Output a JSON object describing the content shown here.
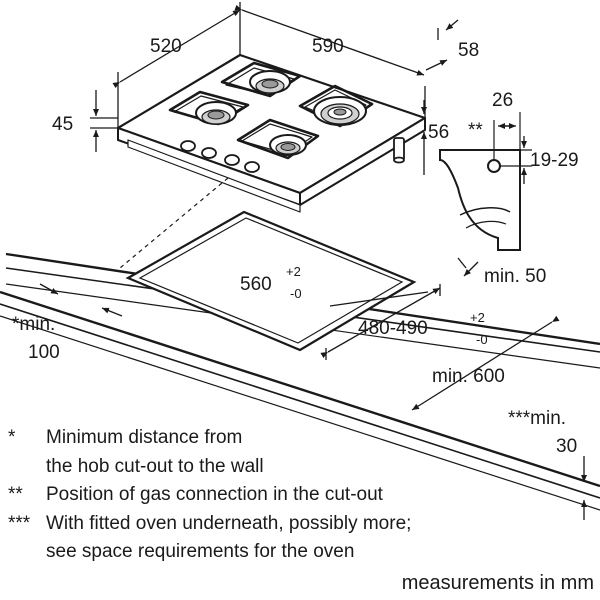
{
  "dimensions": {
    "depth_520": "520",
    "width_590": "590",
    "glass_58": "58",
    "height_45": "45",
    "height_56": "56",
    "conn_26": "26",
    "conn_marker": "**",
    "conn_19_29": "19-29",
    "cutout_width": "560",
    "cutout_width_tol_plus": "+2",
    "cutout_width_tol_minus": "-0",
    "cutout_depth": "480-490",
    "cutout_depth_tol_plus": "+2",
    "cutout_depth_tol_minus": "-0",
    "min_50": "min. 50",
    "min_600": "min. 600",
    "min_100_label": "*min.",
    "min_100_value": "100",
    "min_30_label": "***min.",
    "min_30_value": "30"
  },
  "notes": [
    {
      "mark": "*",
      "lines": [
        "Minimum distance from",
        "the hob cut-out to the wall"
      ]
    },
    {
      "mark": "**",
      "lines": [
        "Position of gas connection in the cut-out"
      ]
    },
    {
      "mark": "***",
      "lines": [
        "With fitted oven underneath, possibly more;",
        "see space requirements for the oven"
      ]
    }
  ],
  "units_caption": "measurements in mm"
}
